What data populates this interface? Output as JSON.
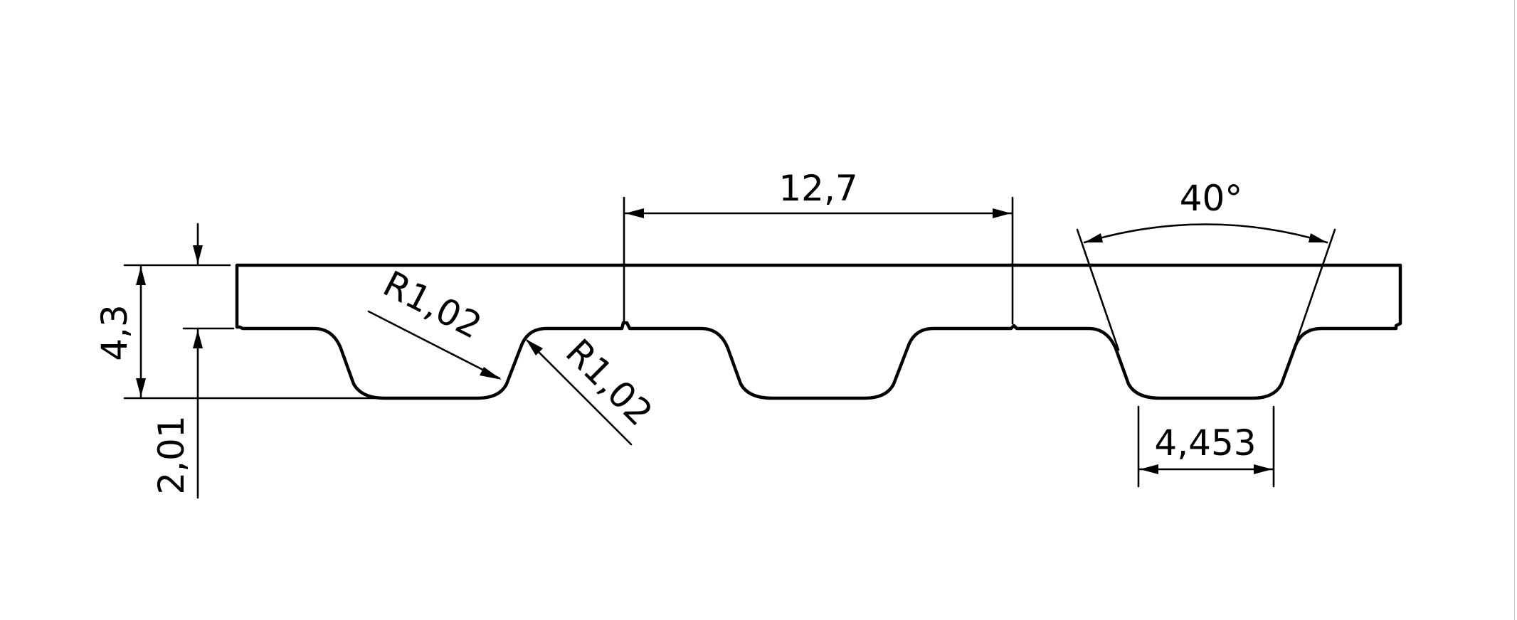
{
  "drawing": {
    "line_color": "#000000",
    "background": "#ffffff",
    "dimensions": {
      "pitch": "12,7",
      "total_height": "4,3",
      "tooth_height": "2,01",
      "top_radius": "R1,02",
      "root_radius": "R1,02",
      "tooth_angle": "40°",
      "tooth_width": "4,453"
    }
  }
}
